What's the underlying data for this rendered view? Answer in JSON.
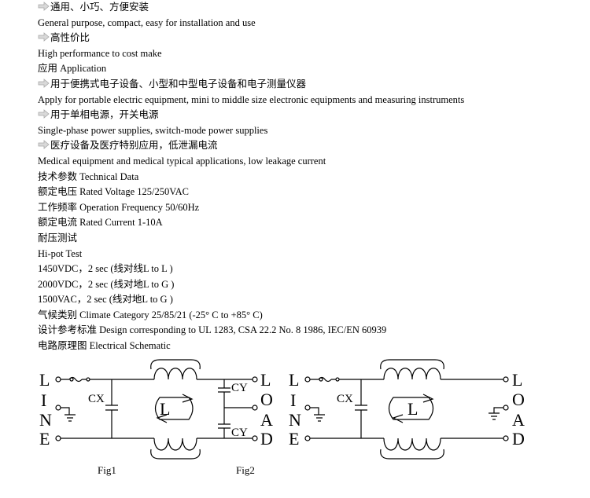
{
  "lines": [
    {
      "bullet": true,
      "text": "通用、小巧、方便安装"
    },
    {
      "bullet": false,
      "text": "General purpose, compact, easy for installation and use"
    },
    {
      "bullet": true,
      "text": "高性价比"
    },
    {
      "bullet": false,
      "text": "High performance to cost make"
    },
    {
      "bullet": false,
      "text": "应用 Application"
    },
    {
      "bullet": true,
      "text": "用于便携式电子设备、小型和中型电子设备和电子测量仪器"
    },
    {
      "bullet": false,
      "text": "Apply for portable electric equipment, mini to middle size electronic equipments and measuring instruments"
    },
    {
      "bullet": true,
      "text": "用于单相电源，开关电源"
    },
    {
      "bullet": false,
      "text": "Single-phase power supplies, switch-mode power supplies"
    },
    {
      "bullet": true,
      "text": "医疗设备及医疗特别应用，低泄漏电流"
    },
    {
      "bullet": false,
      "text": "Medical equipment and medical typical applications, low leakage current"
    },
    {
      "bullet": false,
      "text": "技术参数 Technical Data"
    },
    {
      "bullet": false,
      "text": "额定电压 Rated Voltage 125/250VAC"
    },
    {
      "bullet": false,
      "text": "工作频率 Operation Frequency 50/60Hz"
    },
    {
      "bullet": false,
      "text": "额定电流 Rated Current 1-10A"
    },
    {
      "bullet": false,
      "text": "耐压测试"
    },
    {
      "bullet": false,
      "text": "Hi-pot Test"
    },
    {
      "bullet": false,
      "text": "1450VDC，2 sec (线对线L to L )"
    },
    {
      "bullet": false,
      "text": "2000VDC，2 sec (线对地L to G )"
    },
    {
      "bullet": false,
      "text": "1500VAC，2 sec (线对地L to G )"
    },
    {
      "bullet": false,
      "text": "气候类别 Climate Category 25/85/21 (-25° C to +85° C)"
    },
    {
      "bullet": false,
      "text": "设计参考标准 Design corresponding to UL 1283, CSA 22.2 No. 8 1986, IEC/EN 60939"
    },
    {
      "bullet": false,
      "text": " 电路原理图 Electrical Schematic"
    }
  ],
  "schematic": {
    "line_letters": [
      "L",
      "I",
      "N",
      "E"
    ],
    "load_letters": [
      "L",
      "O",
      "A",
      "D"
    ],
    "coil_label": "L",
    "cx_label": "CX",
    "cy_label": "CY",
    "fig1_label": "Fig1",
    "fig2_label": "Fig2"
  }
}
